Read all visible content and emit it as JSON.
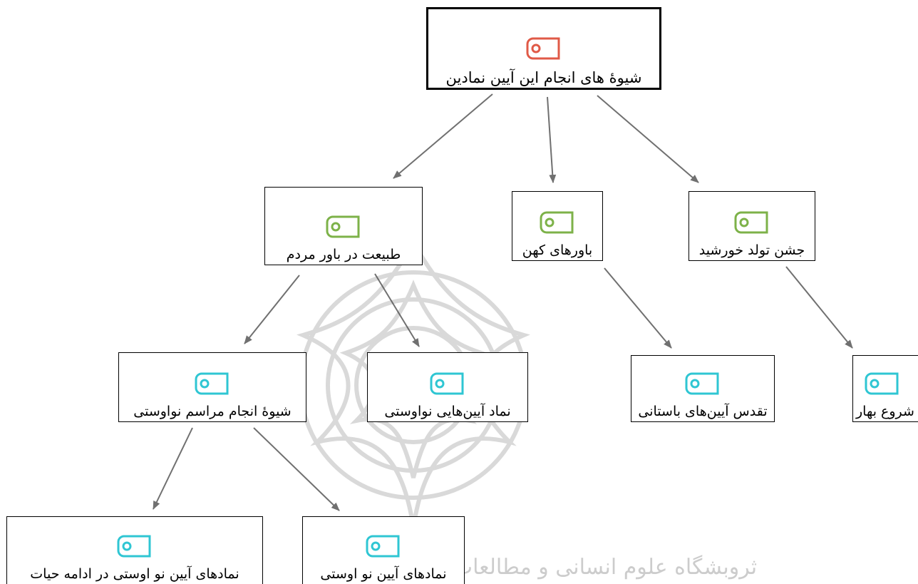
{
  "nodes": [
    {
      "id": "root",
      "label": "شیوۀ های انجام این آیین نمادین",
      "color": "#e05a47"
    },
    {
      "id": "n1",
      "label": "طبیعت  در باور مردم",
      "color": "#7db249"
    },
    {
      "id": "n2",
      "label": "باورهای کهن",
      "color": "#7db249"
    },
    {
      "id": "n3",
      "label": "جشن تولد خورشید",
      "color": "#7db249"
    },
    {
      "id": "n4",
      "label": "شیوۀ انجام مراسم نواوستی",
      "color": "#2fc6d3"
    },
    {
      "id": "n5",
      "label": "نماد آیین‌هایی نواوستی",
      "color": "#2fc6d3"
    },
    {
      "id": "n6",
      "label": "تقدس آیین‌های باستانی",
      "color": "#2fc6d3"
    },
    {
      "id": "n7",
      "label": "شروع بهار",
      "color": "#2fc6d3"
    },
    {
      "id": "n8",
      "label": "نمادهای آیین نو اوستی در ادامه حیات",
      "color": "#2fc6d3"
    },
    {
      "id": "n9",
      "label": "نمادهای آیین نو اوستی",
      "color": "#2fc6d3"
    }
  ],
  "edges": [
    {
      "from": "root",
      "to": "n1"
    },
    {
      "from": "root",
      "to": "n2"
    },
    {
      "from": "root",
      "to": "n3"
    },
    {
      "from": "n1",
      "to": "n4"
    },
    {
      "from": "n1",
      "to": "n5"
    },
    {
      "from": "n2",
      "to": "n6"
    },
    {
      "from": "n3",
      "to": "n7"
    },
    {
      "from": "n4",
      "to": "n8"
    },
    {
      "from": "n4",
      "to": "n9"
    }
  ],
  "edge_color": "#707070",
  "watermark": {
    "text": "ثروبشگاه علوم انسانی و مطالعات فرهنگی"
  }
}
